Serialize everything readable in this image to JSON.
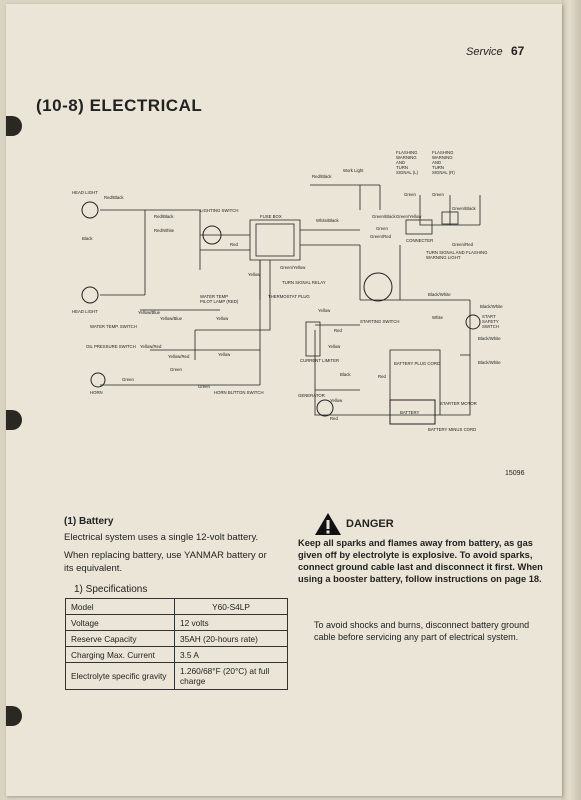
{
  "header": {
    "section": "Service",
    "page_number": "67"
  },
  "section_title": "(10-8) ELECTRICAL",
  "figure_number": "15096",
  "diagram_labels": {
    "head_light_top": "HEAD LIGHT",
    "head_light_bottom": "HEAD LIGHT",
    "lighting_switch": "LIGHTING SWITCH",
    "fuse_box": "FUSE BOX",
    "work_light": "Work Light",
    "flashing_l": [
      "FLASHING",
      "WARNING",
      "AND",
      "TURN",
      "SIGNAL (L)"
    ],
    "flashing_r": [
      "FLASHING",
      "WARNING",
      "AND",
      "TURN",
      "SIGNAL (R)"
    ],
    "connecter": "CONNECTER",
    "turn_signal_warning": [
      "TURN SIGNAL AND FLASHING",
      "WARNING LIGHT"
    ],
    "turn_signal_relay": "TURN SIGNAL RELAY",
    "thermostat_plug": "THERMOSTAT PLUG",
    "water_temp_pilot": [
      "WATER TEMP",
      "PILOT LAMP (RED)"
    ],
    "water_temp_switch": "WATER TEMP. SWITCH",
    "oil_pressure_switch": "OIL PRESSURE SWITCH",
    "horn": "HORN",
    "horn_button_switch": "HORN BUTTON SWITCH",
    "starting_switch": "STARTING SWITCH",
    "start_safety_switch": [
      "START",
      "SAFETY",
      "SWITCH"
    ],
    "battery_plug_cord": "BATTERY PLUG CORD",
    "current_limiter": "CURRENT LIMITER",
    "generator": "GENERATOR",
    "battery": "BATTERY",
    "starter_motor": "STARTER MOTOR",
    "battery_minus_cord": "BATTERY MINUS CORD",
    "wires": {
      "red_black": "Red/Black",
      "red_white": "Red/White",
      "black": "Black",
      "red": "Red",
      "yellow": "Yellow",
      "white_black": "White/Black",
      "green_yellow": "Green/Yellow",
      "green": "Green",
      "green_black": "Green/Black",
      "green_red": "Green/Red",
      "yellow_blue": "Yellow/Blue",
      "yellow_red": "Yellow/Red",
      "black_white": "Black/White",
      "white": "White"
    }
  },
  "battery_section": {
    "heading": "(1)  Battery",
    "para1": "Electrical system uses a single 12-volt battery.",
    "para2_line1": "When replacing battery, use YANMAR battery or",
    "para2_line2": "its equivalent.",
    "spec_heading": "1)  Specifications",
    "table": [
      [
        "Model",
        "Y60-S4LP"
      ],
      [
        "Voltage",
        "12 volts"
      ],
      [
        "Reserve Capacity",
        "35AH (20-hours rate)"
      ],
      [
        "Charging Max. Current",
        "3.5 A"
      ],
      [
        "Electrolyte specific gravity",
        "1.260/68°F (20°C) at full charge"
      ]
    ]
  },
  "danger": {
    "label": "DANGER",
    "text": "Keep all sparks and flames away from battery, as gas given off by electrolyte is explosive.  To avoid sparks, connect ground cable last and disconnect it first.  When using a booster battery, follow instructions on page 18."
  },
  "note": "To avoid shocks and burns, disconnect battery ground cable before servicing any part of electrical system."
}
